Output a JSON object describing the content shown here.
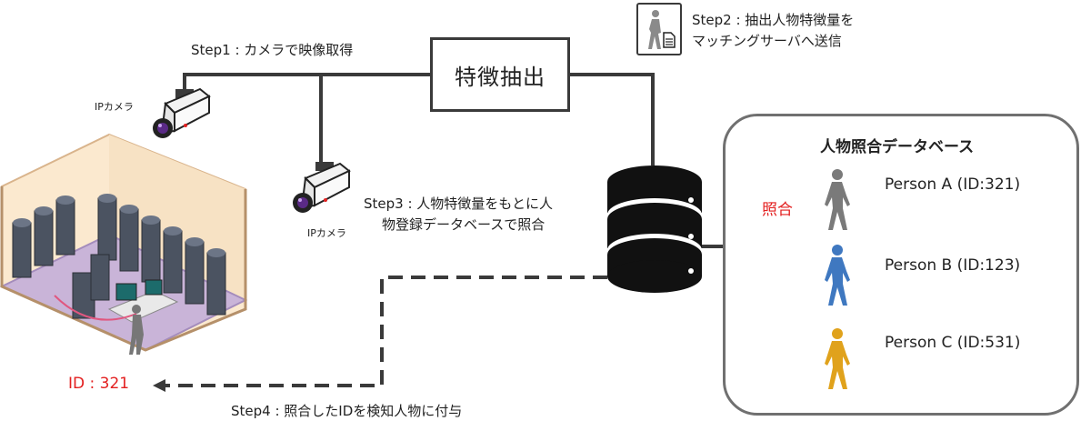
{
  "step1": "Step1 : カメラで映像取得",
  "step2": {
    "line1": "Step2 : 抽出人物特徴量を",
    "line2": "マッチングサーバへ送信"
  },
  "step3": {
    "line1": "Step3 : 人物特徴量をもとに人",
    "line2": "物登録データベースで照合"
  },
  "step4": "Step4 : 照合したIDを検知人物に付与",
  "extract_box": "特徴抽出",
  "camera_labels": [
    "IPカメラ",
    "IPカメラ"
  ],
  "id_label": "ID : 321",
  "database": {
    "title": "人物照合データベース",
    "match_label": "照合",
    "persons": [
      {
        "label": "Person A (ID:321)",
        "color": "#7a7a7a"
      },
      {
        "label": "Person B (ID:123)",
        "color": "#3f78c0"
      },
      {
        "label": "Person C (ID:531)",
        "color": "#e0a21c"
      }
    ]
  },
  "colors": {
    "accent_red": "#e32020",
    "line": "#3a3a3a",
    "panel_border": "#707070"
  }
}
